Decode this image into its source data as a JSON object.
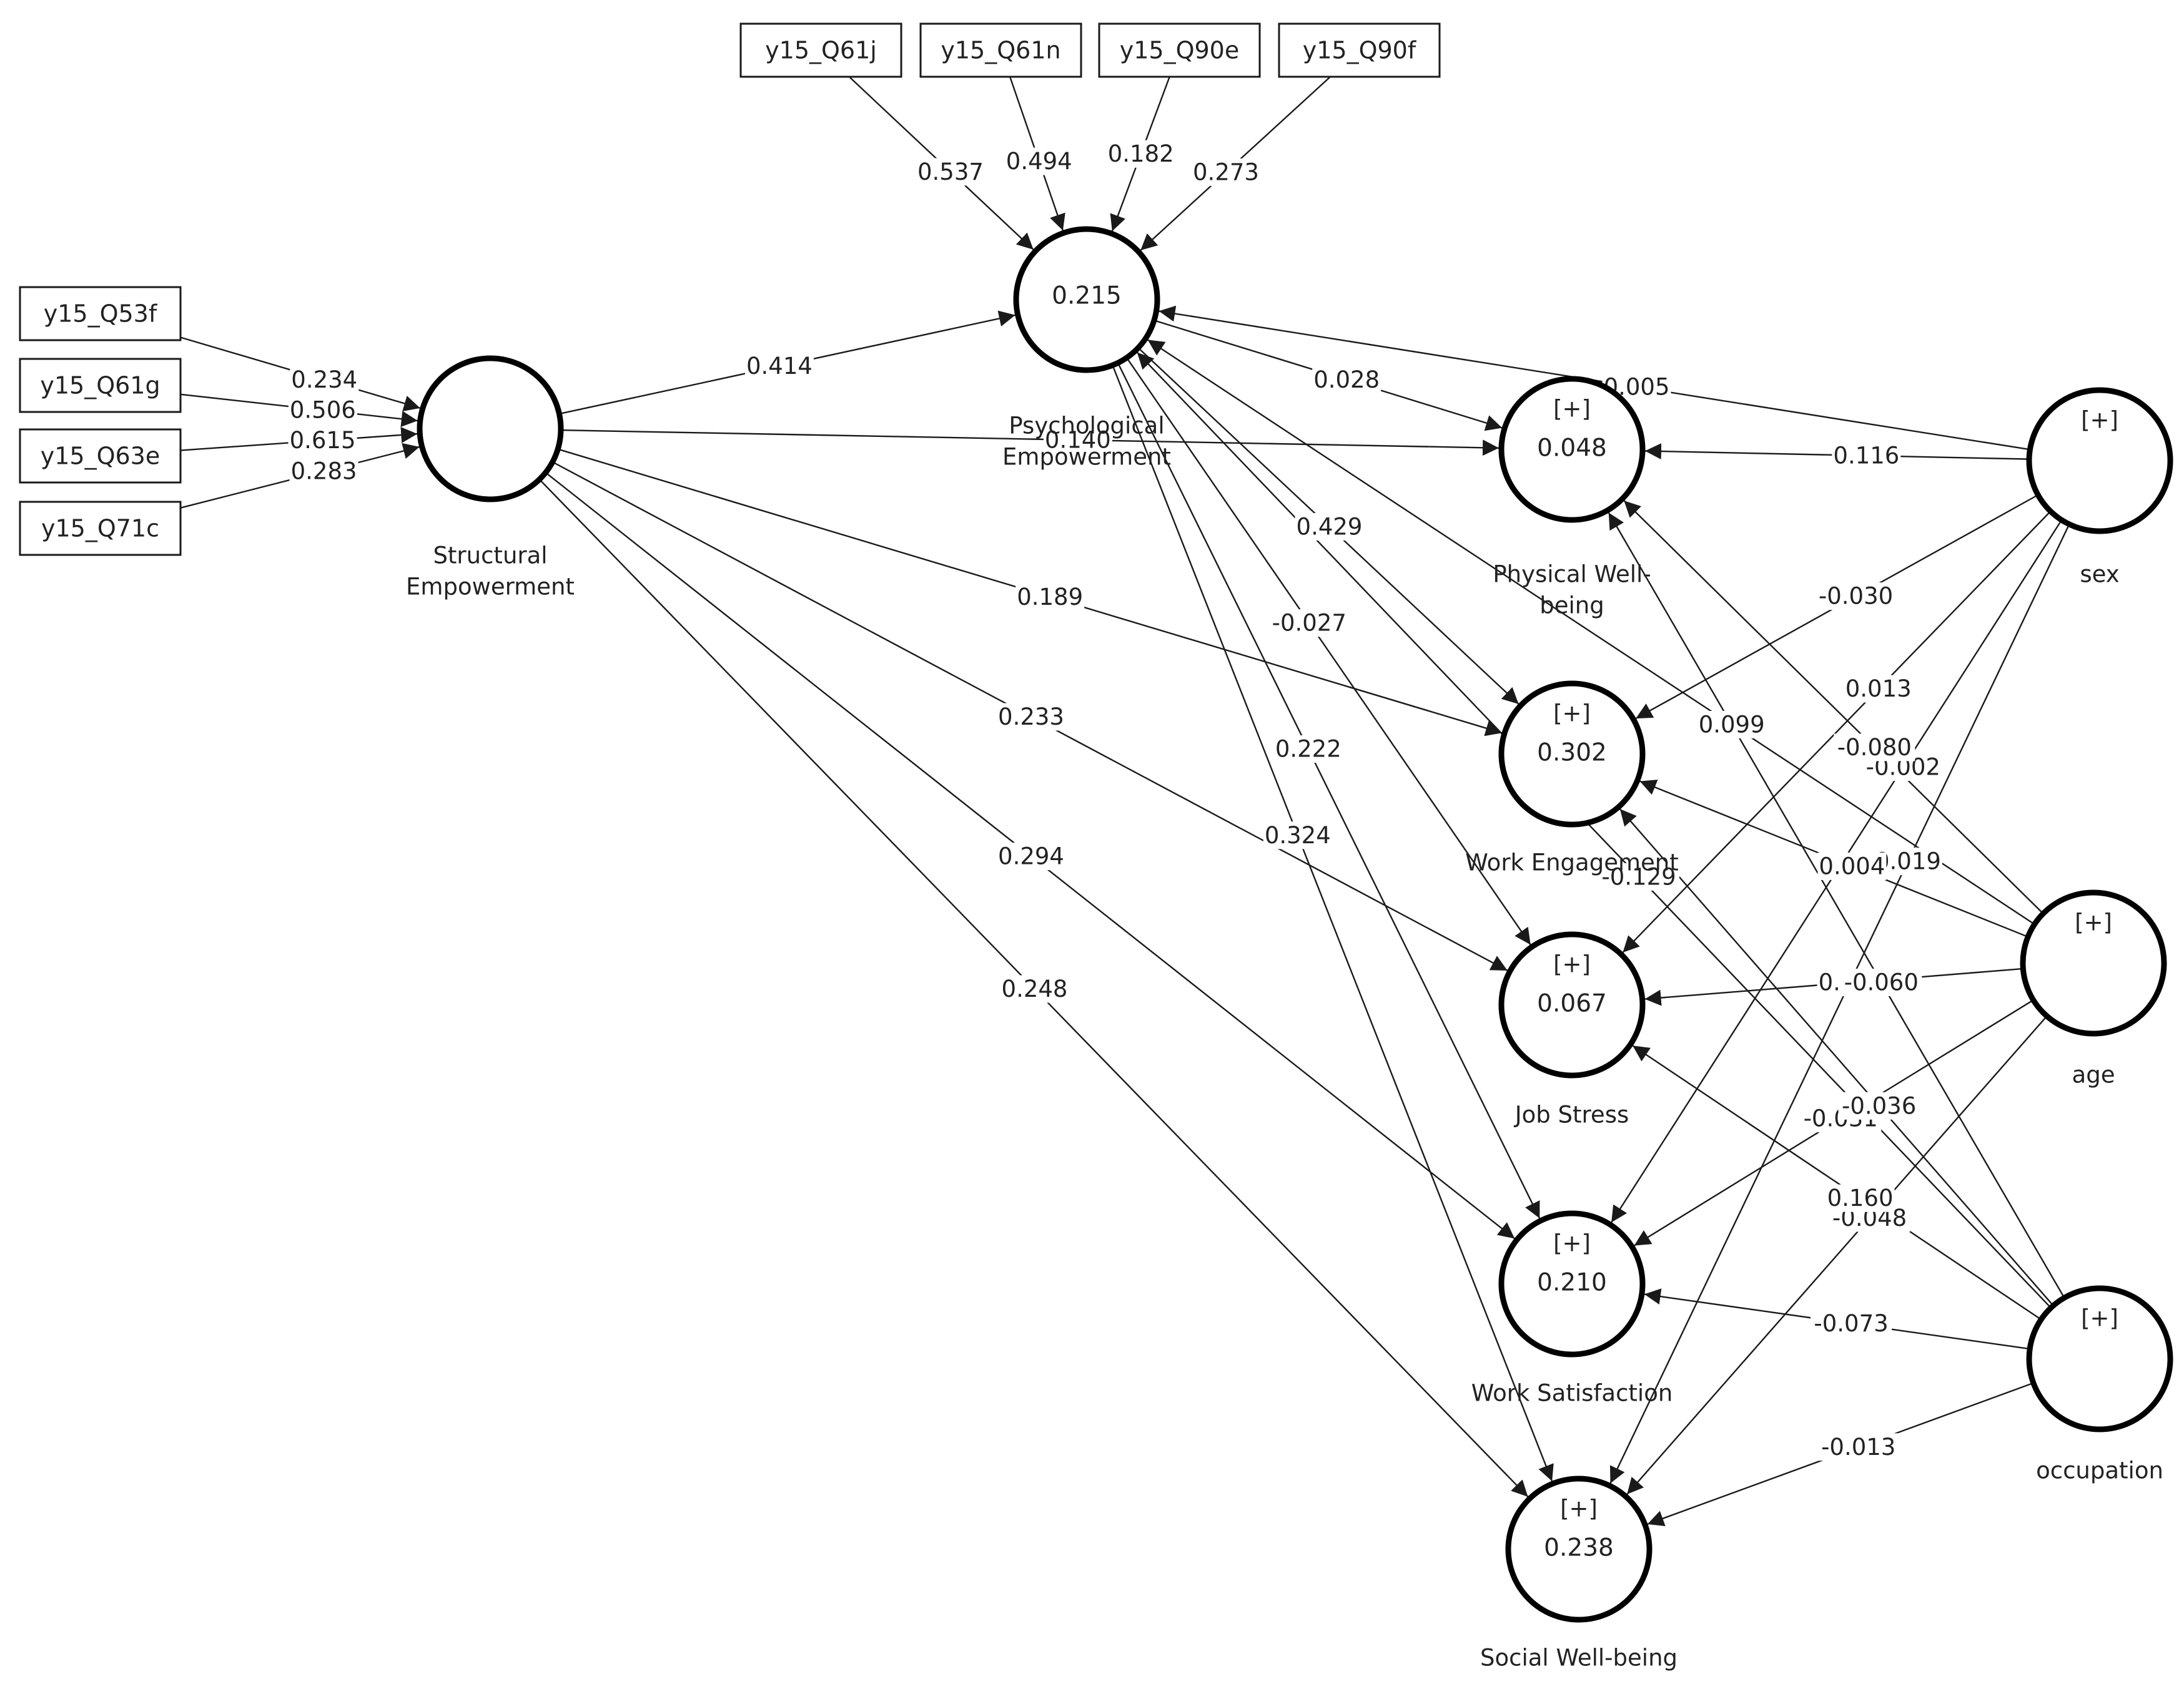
{
  "indicators": [
    {
      "id": "i53f",
      "label": "y15_Q53f"
    },
    {
      "id": "i61g",
      "label": "y15_Q61g"
    },
    {
      "id": "i63e",
      "label": "y15_Q63e"
    },
    {
      "id": "i71c",
      "label": "y15_Q71c"
    },
    {
      "id": "i61j",
      "label": "y15_Q61j"
    },
    {
      "id": "i61n",
      "label": "y15_Q61n"
    },
    {
      "id": "i90e",
      "label": "y15_Q90e"
    },
    {
      "id": "i90f",
      "label": "y15_Q90f"
    }
  ],
  "constructs": [
    {
      "id": "se",
      "name": "Structural Empowerment",
      "name_lines": [
        "Structural",
        "Empowerment"
      ],
      "value": "",
      "plus": false
    },
    {
      "id": "pe",
      "name": "Psychological Empowerment",
      "name_lines": [
        "Psychological",
        "Empowerment"
      ],
      "value": "0.215",
      "plus": false
    },
    {
      "id": "pw",
      "name": "Physical Well-being",
      "name_lines": [
        "Physical Well-",
        "being"
      ],
      "value": "0.048",
      "plus": true
    },
    {
      "id": "we",
      "name": "Work Engagement",
      "name_lines": [
        "Work Engagement"
      ],
      "value": "0.302",
      "plus": true
    },
    {
      "id": "js",
      "name": "Job Stress",
      "name_lines": [
        "Job Stress"
      ],
      "value": "0.067",
      "plus": true
    },
    {
      "id": "ws",
      "name": "Work Satisfaction",
      "name_lines": [
        "Work Satisfaction"
      ],
      "value": "0.210",
      "plus": true
    },
    {
      "id": "sw",
      "name": "Social Well-being",
      "name_lines": [
        "Social Well-being"
      ],
      "value": "0.238",
      "plus": true
    },
    {
      "id": "sex",
      "name": "sex",
      "name_lines": [
        "sex"
      ],
      "value": "",
      "plus": true
    },
    {
      "id": "age",
      "name": "age",
      "name_lines": [
        "age"
      ],
      "value": "",
      "plus": true
    },
    {
      "id": "occ",
      "name": "occupation",
      "name_lines": [
        "occupation"
      ],
      "value": "",
      "plus": true
    }
  ],
  "plus_symbol": "[+]",
  "paths": [
    {
      "from": "i53f",
      "to": "se",
      "value": "0.234"
    },
    {
      "from": "i61g",
      "to": "se",
      "value": "0.506"
    },
    {
      "from": "i63e",
      "to": "se",
      "value": "0.615"
    },
    {
      "from": "i71c",
      "to": "se",
      "value": "0.283"
    },
    {
      "from": "i61j",
      "to": "pe",
      "value": "0.537"
    },
    {
      "from": "i61n",
      "to": "pe",
      "value": "0.494"
    },
    {
      "from": "i90e",
      "to": "pe",
      "value": "0.182"
    },
    {
      "from": "i90f",
      "to": "pe",
      "value": "0.273"
    },
    {
      "from": "se",
      "to": "pe",
      "value": "0.414"
    },
    {
      "from": "se",
      "to": "pw",
      "value": "0.140"
    },
    {
      "from": "se",
      "to": "we",
      "value": "0.189"
    },
    {
      "from": "se",
      "to": "js",
      "value": "0.233"
    },
    {
      "from": "se",
      "to": "ws",
      "value": "0.294"
    },
    {
      "from": "se",
      "to": "sw",
      "value": "0.248"
    },
    {
      "from": "pe",
      "to": "pw",
      "value": "0.028"
    },
    {
      "from": "pe",
      "to": "we",
      "value": "0.429"
    },
    {
      "from": "pe",
      "to": "js",
      "value": "-0.027"
    },
    {
      "from": "pe",
      "to": "ws",
      "value": "0.222"
    },
    {
      "from": "pe",
      "to": "sw",
      "value": "0.324"
    },
    {
      "from": "sex",
      "to": "pe",
      "value": "0.005"
    },
    {
      "from": "sex",
      "to": "pw",
      "value": "0.116"
    },
    {
      "from": "sex",
      "to": "we",
      "value": "-0.030"
    },
    {
      "from": "sex",
      "to": "js",
      "value": "0.013"
    },
    {
      "from": "sex",
      "to": "ws",
      "value": "-0.002"
    },
    {
      "from": "sex",
      "to": "sw",
      "value": "0.019"
    },
    {
      "from": "age",
      "to": "pe",
      "value": "0.099"
    },
    {
      "from": "age",
      "to": "pw",
      "value": "-0.080"
    },
    {
      "from": "age",
      "to": "we",
      "value": "0.004"
    },
    {
      "from": "age",
      "to": "js",
      "value": "0.029"
    },
    {
      "from": "age",
      "to": "ws",
      "value": "-0.031"
    },
    {
      "from": "age",
      "to": "sw",
      "value": "-0.048"
    },
    {
      "from": "occ",
      "to": "pe",
      "value": "-0.129"
    },
    {
      "from": "occ",
      "to": "pw",
      "value": "-0.060"
    },
    {
      "from": "occ",
      "to": "we",
      "value": "-0.036"
    },
    {
      "from": "occ",
      "to": "js",
      "value": "0.160"
    },
    {
      "from": "occ",
      "to": "ws",
      "value": "-0.073"
    },
    {
      "from": "occ",
      "to": "sw",
      "value": "-0.013"
    }
  ]
}
